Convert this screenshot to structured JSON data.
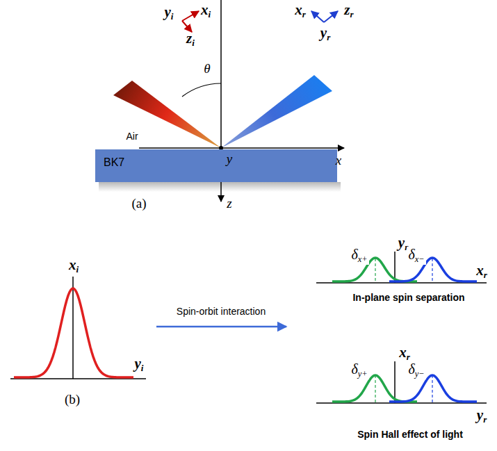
{
  "diagram": {
    "nodes": [
      {
        "text": [
          "BK7"
        ]
      }
    ],
    "labels": [
      "yi",
      "xi",
      "zi",
      "xr",
      "zr",
      "yr",
      "θ",
      "Air",
      "y",
      "x",
      "z",
      "(a)",
      "xi",
      "yi",
      "(b)",
      "Spin-orbit interaction",
      "yr",
      "δx+",
      "δx−",
      "xr",
      "In-plane spin separation",
      "xr",
      "δy+",
      "δy−",
      "yr",
      "Spin Hall effect of light"
    ]
  }
}
